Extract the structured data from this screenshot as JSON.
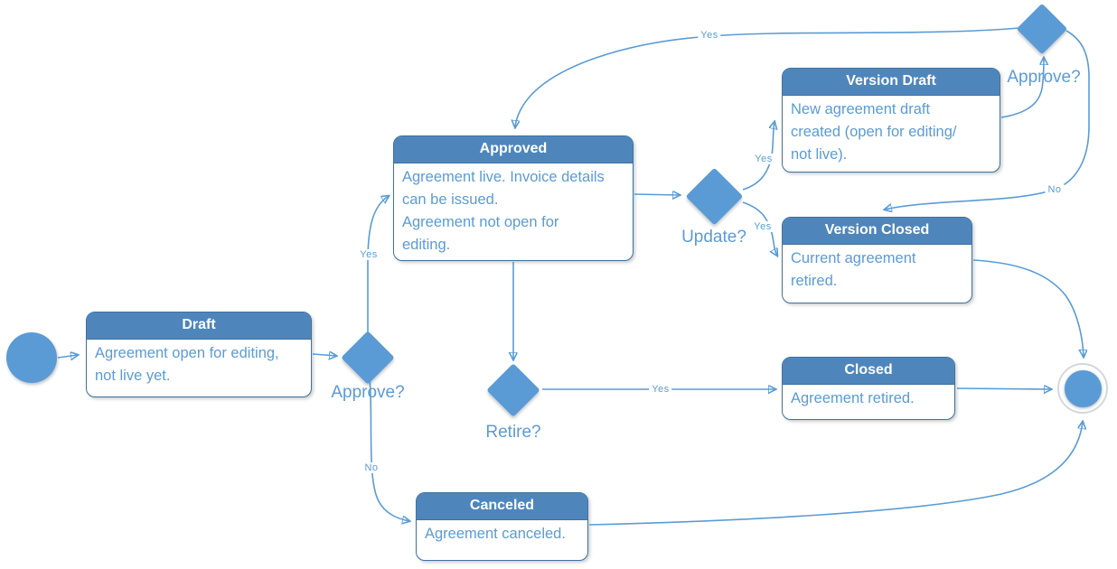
{
  "colors": {
    "node_header_fill": "#4e86bc",
    "node_border": "#41719c",
    "node_header_text": "#ffffff",
    "body_text": "#5b9bd5",
    "edge_line": "#5b9bd5",
    "shape_fill": "#5b9bd5",
    "end_ring": "#d4d8dd"
  },
  "nodes": {
    "draft": {
      "title": "Draft",
      "body": "Agreement open for editing,\nnot live yet."
    },
    "approved": {
      "title": "Approved",
      "body": "Agreement live. Invoice details\ncan be issued.\nAgreement not open for\nediting."
    },
    "version_draft": {
      "title": "Version Draft",
      "body": "New agreement draft\ncreated (open for editing/\nnot live)."
    },
    "version_closed": {
      "title": "Version Closed",
      "body": "Current agreement\nretired."
    },
    "closed": {
      "title": "Closed",
      "body": "Agreement retired."
    },
    "canceled": {
      "title": "Canceled",
      "body": "Agreement canceled."
    }
  },
  "decisions": {
    "approve1": {
      "label": "Approve?"
    },
    "update": {
      "label": "Update?"
    },
    "approve2": {
      "label": "Approve?"
    },
    "retire": {
      "label": "Retire?"
    }
  },
  "edge_labels": {
    "approve1_yes": "Yes",
    "approve1_no": "No",
    "update_yes_draft": "Yes",
    "update_yes_closed": "Yes",
    "approve2_yes": "Yes",
    "approve2_no": "No",
    "retire_yes": "Yes"
  }
}
